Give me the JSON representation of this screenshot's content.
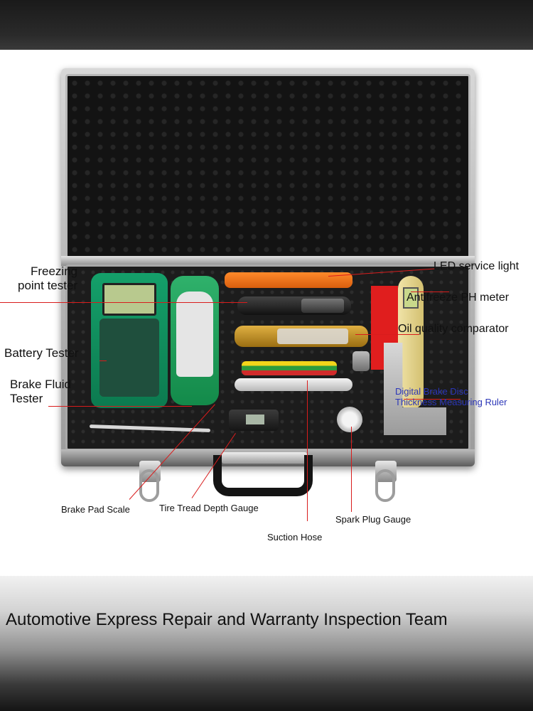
{
  "labels": {
    "freezing_point_tester": "Freezing\npoint tester",
    "led_service_light": "LED service light",
    "antifreeze_ph_meter": "Antifreeze PH meter",
    "oil_quality_comparator": "Oil quality comparator",
    "battery_tester": "Battery Tester",
    "brake_fluid_tester": "Brake Fluid\nTester",
    "digital_brake_disc_ruler": "Digital Brake Disc\nThickness Measuring Ruler",
    "brake_pad_scale": "Brake Pad Scale",
    "tire_tread_depth_gauge": "Tire Tread Depth Gauge",
    "spark_plug_gauge": "Spark Plug Gauge",
    "suction_hose": "Suction Hose"
  },
  "tagline": "Automotive Express Repair and Warranty Inspection Team",
  "colors": {
    "leader_line": "#d91c1c",
    "blue_label": "#2b36b8"
  }
}
